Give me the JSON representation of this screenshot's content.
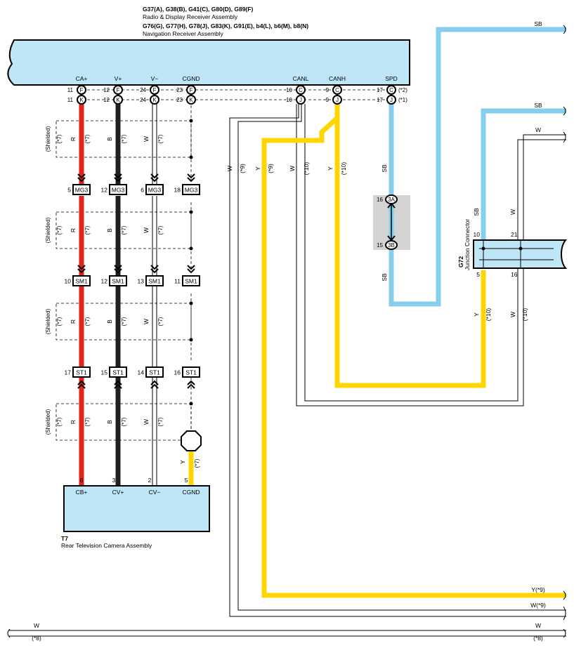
{
  "header": {
    "radio_codes": "G37(A), G38(B), G41(C), G80(D), G89(F)",
    "radio_name": "Radio & Display Receiver Assembly",
    "nav_codes": "G76(G), G77(H), G78(J), G83(K), G91(E), b4(L), b6(M), b8(N)",
    "nav_name": "Navigation Receiver Assembly"
  },
  "receiver_pins": {
    "ca_plus": "CA+",
    "v_plus": "V+",
    "v_minus": "V−",
    "cgnd": "CGND",
    "canl": "CANL",
    "canh": "CANH",
    "spd": "SPD"
  },
  "pin_row_top": {
    "ca_plus_pin": "11",
    "ca_plus_conn": "F",
    "v_plus_pin": "12",
    "v_plus_conn": "F",
    "v_minus_pin": "24",
    "v_minus_conn": "F",
    "cgnd_pin": "23",
    "cgnd_conn": "F",
    "canl_pin": "10",
    "canl_conn": "C",
    "canh_pin": "9",
    "canh_conn": "C",
    "spd_pin": "17",
    "spd_conn": "C",
    "note": "(*2)"
  },
  "pin_row_bottom": {
    "ca_plus_pin": "11",
    "ca_plus_conn": "K",
    "v_plus_pin": "12",
    "v_plus_conn": "K",
    "v_minus_pin": "24",
    "v_minus_conn": "K",
    "cgnd_pin": "23",
    "cgnd_conn": "K",
    "canl_pin": "10",
    "canl_conn": "J",
    "canh_pin": "9",
    "canh_conn": "J",
    "spd_pin": "17",
    "spd_conn": "J",
    "note": "(*1)"
  },
  "shielded_label": "(Shielded)",
  "note7": "(*7)",
  "note8": "(*8)",
  "note9": "(*9)",
  "note10": "(*10)",
  "wire_colors": {
    "r": "R",
    "b": "B",
    "w": "W",
    "y": "Y",
    "sb": "SB"
  },
  "connectors": {
    "mg3": {
      "name": "MG3",
      "pins": [
        "5",
        "12",
        "6",
        "18"
      ]
    },
    "sm1": {
      "name": "SM1",
      "pins": [
        "10",
        "12",
        "13",
        "11"
      ]
    },
    "st1": {
      "name": "ST1",
      "pins": [
        "17",
        "15",
        "14",
        "16"
      ]
    }
  },
  "gray_connector": {
    "top_pin": "16",
    "top_name": "3A",
    "bottom_pin": "15",
    "bottom_name": "3B"
  },
  "camera": {
    "pins": [
      "6",
      "3",
      "2",
      "5"
    ],
    "labels": [
      "CB+",
      "CV+",
      "CV−",
      "CGND"
    ],
    "code": "T7",
    "name": "Rear Television Camera Assembly"
  },
  "junction": {
    "code": "G72",
    "name": "Junction Connector",
    "pins": [
      "10",
      "21",
      "5",
      "16"
    ]
  },
  "right_labels": {
    "sb_top": "SB",
    "sb_mid": "SB",
    "w_mid": "W",
    "y9": "Y(*9)",
    "w9": "W(*9)",
    "w_bottom": "W",
    "w_bottom_note": "(*8)"
  },
  "bottom_left": {
    "w": "W",
    "note": "(*8)"
  },
  "colors": {
    "panel_fill": "#bfe6f7",
    "red_wire": "#e2231a",
    "black_wire": "#231f20",
    "yellow_wire": "#ffd700",
    "sb_wire": "#87cdec",
    "gray_box": "#d3d3d3"
  }
}
